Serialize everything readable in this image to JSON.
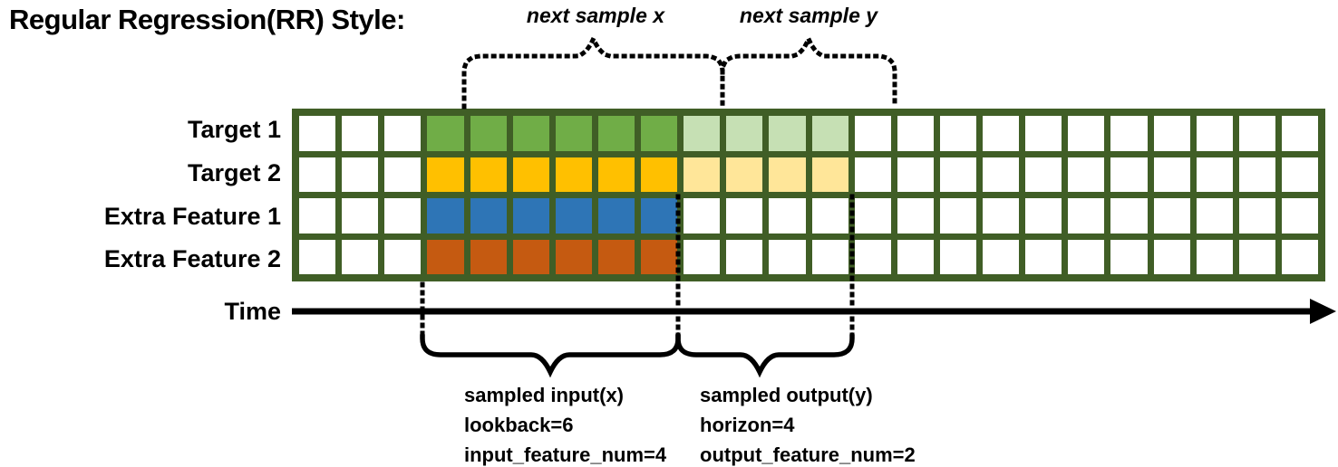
{
  "title": "Regular Regression(RR) Style:",
  "annotations": {
    "next_sample_x": "next sample x",
    "next_sample_y": "next sample y",
    "time_label": "Time",
    "sampled_input": {
      "title": "sampled input(x)",
      "lookback": "lookback=6",
      "feature_num": "input_feature_num=4"
    },
    "sampled_output": {
      "title": "sampled output(y)",
      "horizon": "horizon=4",
      "feature_num": "output_feature_num=2"
    }
  },
  "colors": {
    "grid_border": "#405e26",
    "empty_cell": "#ffffff",
    "line_black": "#000000"
  },
  "grid": {
    "columns": 24,
    "row_count": 4,
    "lookback": 6,
    "horizon": 4,
    "input_feature_num": 4,
    "output_feature_num": 2,
    "rows": [
      {
        "label": "Target 1",
        "input_color": "#70ad47",
        "output_color": "#c6e0b4",
        "cells": [
          "e",
          "e",
          "e",
          "i",
          "i",
          "i",
          "i",
          "i",
          "i",
          "o",
          "o",
          "o",
          "o",
          "e",
          "e",
          "e",
          "e",
          "e",
          "e",
          "e",
          "e",
          "e",
          "e",
          "e"
        ]
      },
      {
        "label": "Target 2",
        "input_color": "#ffc000",
        "output_color": "#ffe699",
        "cells": [
          "e",
          "e",
          "e",
          "i",
          "i",
          "i",
          "i",
          "i",
          "i",
          "o",
          "o",
          "o",
          "o",
          "e",
          "e",
          "e",
          "e",
          "e",
          "e",
          "e",
          "e",
          "e",
          "e",
          "e"
        ]
      },
      {
        "label": "Extra Feature 1",
        "input_color": "#2e75b6",
        "output_color": "#ffffff",
        "cells": [
          "e",
          "e",
          "e",
          "i",
          "i",
          "i",
          "i",
          "i",
          "i",
          "e",
          "e",
          "e",
          "e",
          "e",
          "e",
          "e",
          "e",
          "e",
          "e",
          "e",
          "e",
          "e",
          "e",
          "e"
        ]
      },
      {
        "label": "Extra Feature 2",
        "input_color": "#c55a11",
        "output_color": "#ffffff",
        "cells": [
          "e",
          "e",
          "e",
          "i",
          "i",
          "i",
          "i",
          "i",
          "i",
          "e",
          "e",
          "e",
          "e",
          "e",
          "e",
          "e",
          "e",
          "e",
          "e",
          "e",
          "e",
          "e",
          "e",
          "e"
        ]
      }
    ]
  }
}
